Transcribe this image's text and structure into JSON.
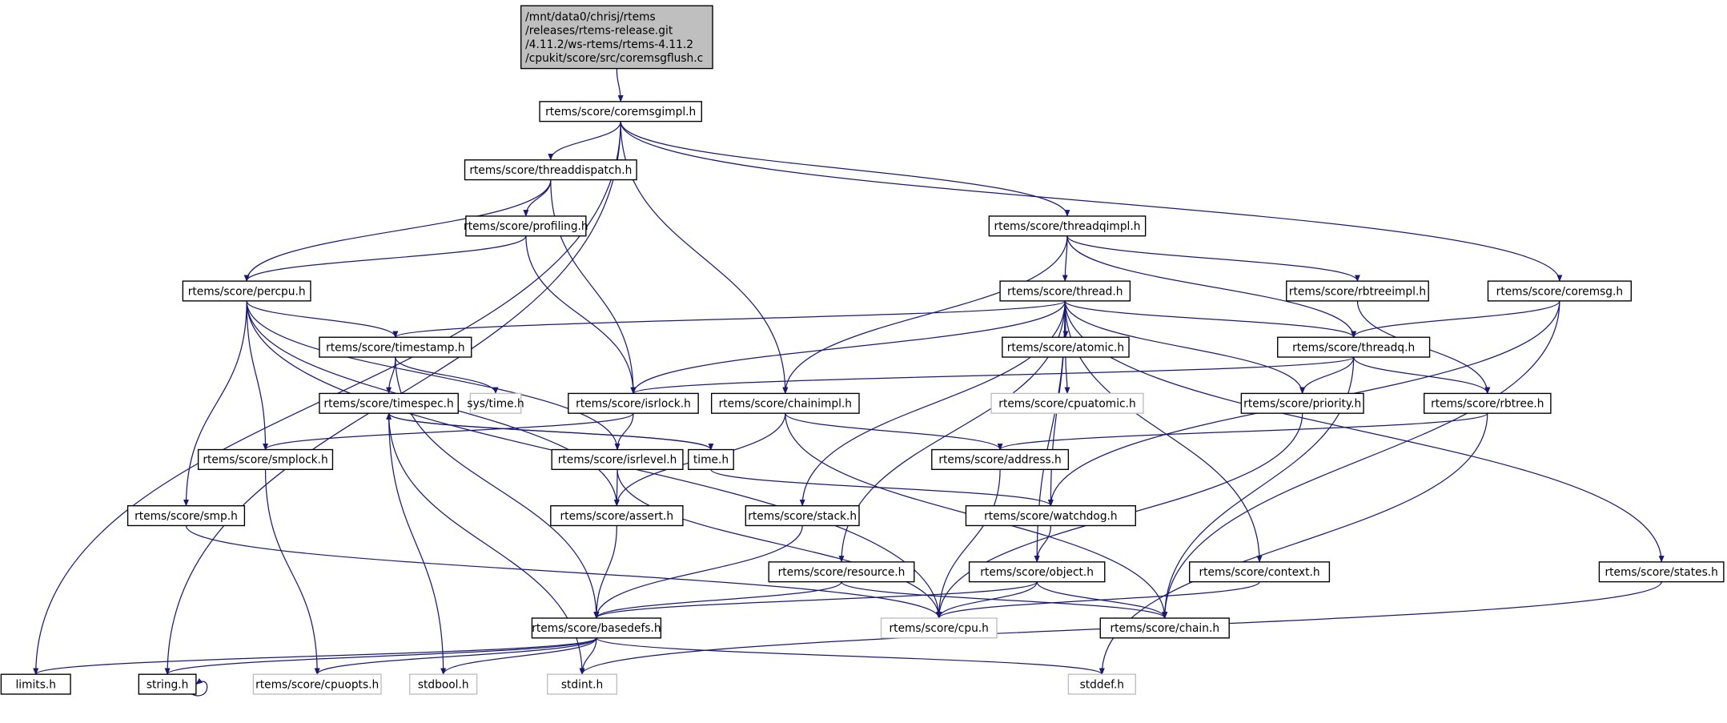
{
  "graph": {
    "colors": {
      "edge": "#191970",
      "root_fill": "#bfbfbf",
      "external_border": "#bfbfbf"
    },
    "nodes": [
      {
        "id": "root",
        "label": [
          "/mnt/data0/chrisj/rtems",
          "/releases/rtems-release.git",
          "/4.11.2/ws-rtems/rtems-4.11.2",
          "/cpukit/score/src/coremsgflush.c"
        ],
        "root": true
      },
      {
        "id": "coremsgimpl",
        "label": "rtems/score/coremsgimpl.h"
      },
      {
        "id": "threaddispatch",
        "label": "rtems/score/threaddispatch.h"
      },
      {
        "id": "profiling",
        "label": "rtems/score/profiling.h"
      },
      {
        "id": "threadqimpl",
        "label": "rtems/score/threadqimpl.h"
      },
      {
        "id": "percpu",
        "label": "rtems/score/percpu.h"
      },
      {
        "id": "thread",
        "label": "rtems/score/thread.h"
      },
      {
        "id": "rbtreeimpl",
        "label": "rtems/score/rbtreeimpl.h"
      },
      {
        "id": "coremsg",
        "label": "rtems/score/coremsg.h"
      },
      {
        "id": "timestamp",
        "label": "rtems/score/timestamp.h"
      },
      {
        "id": "atomic",
        "label": "rtems/score/atomic.h"
      },
      {
        "id": "threadq",
        "label": "rtems/score/threadq.h"
      },
      {
        "id": "timespec",
        "label": "rtems/score/timespec.h"
      },
      {
        "id": "systime",
        "label": "sys/time.h",
        "external": true
      },
      {
        "id": "isrlock",
        "label": "rtems/score/isrlock.h"
      },
      {
        "id": "chainimpl",
        "label": "rtems/score/chainimpl.h"
      },
      {
        "id": "cpuatomic",
        "label": "rtems/score/cpuatomic.h",
        "external": true
      },
      {
        "id": "priority",
        "label": "rtems/score/priority.h"
      },
      {
        "id": "rbtree",
        "label": "rtems/score/rbtree.h"
      },
      {
        "id": "smplock",
        "label": "rtems/score/smplock.h"
      },
      {
        "id": "isrlevel",
        "label": "rtems/score/isrlevel.h"
      },
      {
        "id": "timeh",
        "label": "time.h"
      },
      {
        "id": "address",
        "label": "rtems/score/address.h"
      },
      {
        "id": "smp",
        "label": "rtems/score/smp.h"
      },
      {
        "id": "assert",
        "label": "rtems/score/assert.h"
      },
      {
        "id": "stack",
        "label": "rtems/score/stack.h"
      },
      {
        "id": "watchdog",
        "label": "rtems/score/watchdog.h"
      },
      {
        "id": "resource",
        "label": "rtems/score/resource.h"
      },
      {
        "id": "object",
        "label": "rtems/score/object.h"
      },
      {
        "id": "context",
        "label": "rtems/score/context.h"
      },
      {
        "id": "states",
        "label": "rtems/score/states.h"
      },
      {
        "id": "basedefs",
        "label": "rtems/score/basedefs.h"
      },
      {
        "id": "cpu",
        "label": "rtems/score/cpu.h",
        "external": true
      },
      {
        "id": "chain",
        "label": "rtems/score/chain.h"
      },
      {
        "id": "limits",
        "label": "limits.h"
      },
      {
        "id": "string",
        "label": "string.h"
      },
      {
        "id": "cpuopts",
        "label": "rtems/score/cpuopts.h",
        "external": true
      },
      {
        "id": "stdbool",
        "label": "stdbool.h",
        "external": true
      },
      {
        "id": "stdint",
        "label": "stdint.h",
        "external": true
      },
      {
        "id": "stddef",
        "label": "stddef.h",
        "external": true
      }
    ],
    "edges": [
      [
        "root",
        "coremsgimpl"
      ],
      [
        "coremsgimpl",
        "limits"
      ],
      [
        "coremsgimpl",
        "string"
      ],
      [
        "coremsgimpl",
        "threaddispatch"
      ],
      [
        "coremsgimpl",
        "chainimpl"
      ],
      [
        "coremsgimpl",
        "threadqimpl"
      ],
      [
        "coremsgimpl",
        "coremsg"
      ],
      [
        "threaddispatch",
        "percpu"
      ],
      [
        "threaddispatch",
        "profiling"
      ],
      [
        "threaddispatch",
        "isrlock"
      ],
      [
        "profiling",
        "percpu"
      ],
      [
        "profiling",
        "isrlock"
      ],
      [
        "threadqimpl",
        "thread"
      ],
      [
        "threadqimpl",
        "chainimpl"
      ],
      [
        "threadqimpl",
        "threadq"
      ],
      [
        "threadqimpl",
        "rbtreeimpl"
      ],
      [
        "percpu",
        "timestamp"
      ],
      [
        "percpu",
        "smplock"
      ],
      [
        "percpu",
        "smp"
      ],
      [
        "percpu",
        "assert"
      ],
      [
        "percpu",
        "isrlevel"
      ],
      [
        "percpu",
        "cpu"
      ],
      [
        "thread",
        "timestamp"
      ],
      [
        "thread",
        "isrlock"
      ],
      [
        "thread",
        "atomic"
      ],
      [
        "thread",
        "threadq"
      ],
      [
        "thread",
        "priority"
      ],
      [
        "thread",
        "stack"
      ],
      [
        "thread",
        "resource"
      ],
      [
        "thread",
        "watchdog"
      ],
      [
        "thread",
        "object"
      ],
      [
        "thread",
        "context"
      ],
      [
        "thread",
        "states"
      ],
      [
        "atomic",
        "cpuatomic"
      ],
      [
        "timestamp",
        "timespec"
      ],
      [
        "timestamp",
        "systime"
      ],
      [
        "timestamp",
        "basedefs"
      ],
      [
        "timespec",
        "timeh"
      ],
      [
        "timespec",
        "stdbool"
      ],
      [
        "timespec",
        "stdint"
      ],
      [
        "timeh",
        "timespec"
      ],
      [
        "timeh",
        "watchdog"
      ],
      [
        "isrlock",
        "smplock"
      ],
      [
        "isrlock",
        "isrlevel"
      ],
      [
        "isrlevel",
        "assert"
      ],
      [
        "isrlevel",
        "cpu"
      ],
      [
        "chainimpl",
        "address"
      ],
      [
        "chainimpl",
        "assert"
      ],
      [
        "chainimpl",
        "chain"
      ],
      [
        "threadq",
        "isrlock"
      ],
      [
        "threadq",
        "priority"
      ],
      [
        "threadq",
        "rbtree"
      ],
      [
        "threadq",
        "chain"
      ],
      [
        "rbtreeimpl",
        "rbtree"
      ],
      [
        "coremsg",
        "threadq"
      ],
      [
        "coremsg",
        "watchdog"
      ],
      [
        "coremsg",
        "chain"
      ],
      [
        "priority",
        "cpu"
      ],
      [
        "rbtree",
        "address"
      ],
      [
        "rbtree",
        "stddef"
      ],
      [
        "address",
        "cpu"
      ],
      [
        "watchdog",
        "object"
      ],
      [
        "smplock",
        "cpuopts"
      ],
      [
        "smp",
        "cpu"
      ],
      [
        "assert",
        "basedefs"
      ],
      [
        "stack",
        "basedefs"
      ],
      [
        "resource",
        "basedefs"
      ],
      [
        "resource",
        "chain"
      ],
      [
        "object",
        "basedefs"
      ],
      [
        "object",
        "cpu"
      ],
      [
        "object",
        "chain"
      ],
      [
        "context",
        "cpu"
      ],
      [
        "states",
        "stdint"
      ],
      [
        "basedefs",
        "limits"
      ],
      [
        "basedefs",
        "string"
      ],
      [
        "basedefs",
        "cpuopts"
      ],
      [
        "basedefs",
        "stdbool"
      ],
      [
        "basedefs",
        "stdint"
      ],
      [
        "basedefs",
        "stddef"
      ],
      [
        "string",
        "string"
      ]
    ]
  }
}
